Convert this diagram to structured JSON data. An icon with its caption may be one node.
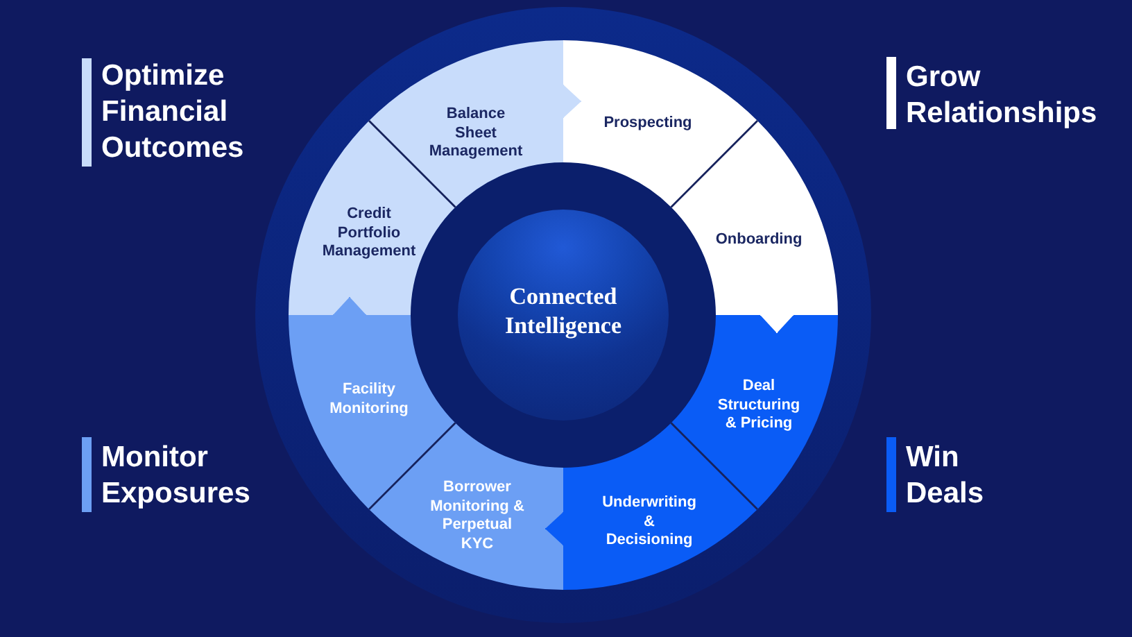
{
  "diagram": {
    "nodes": [
      {
        "text": [
          "Connected Intelligence"
        ]
      },
      {
        "text": [
          "Prospecting"
        ]
      },
      {
        "text": [
          "Onboarding"
        ]
      },
      {
        "text": [
          "Deal Structuring & Pricing"
        ]
      },
      {
        "text": [
          "Underwriting & Decisioning"
        ]
      },
      {
        "text": [
          "Borrower Monitoring & Perpetual KYC"
        ]
      },
      {
        "text": [
          "Facility Monitoring"
        ]
      },
      {
        "text": [
          "Credit Portfolio Management"
        ]
      },
      {
        "text": [
          "Balance Sheet Management"
        ]
      }
    ],
    "edges": [
      {
        "from": 8,
        "to": 1,
        "arrow": "to",
        "color": "#c8dcfb"
      },
      {
        "from": 2,
        "to": 3,
        "arrow": "to",
        "color": "#ffffff"
      },
      {
        "from": 4,
        "to": 5,
        "arrow": "to",
        "color": "#0a5cf6"
      },
      {
        "from": 6,
        "to": 7,
        "arrow": "to",
        "color": "#6c9ff4"
      }
    ],
    "labels": [
      "Optimize Financial Outcomes",
      "Grow Relationships",
      "Monitor Exposures",
      "Win Deals"
    ]
  }
}
